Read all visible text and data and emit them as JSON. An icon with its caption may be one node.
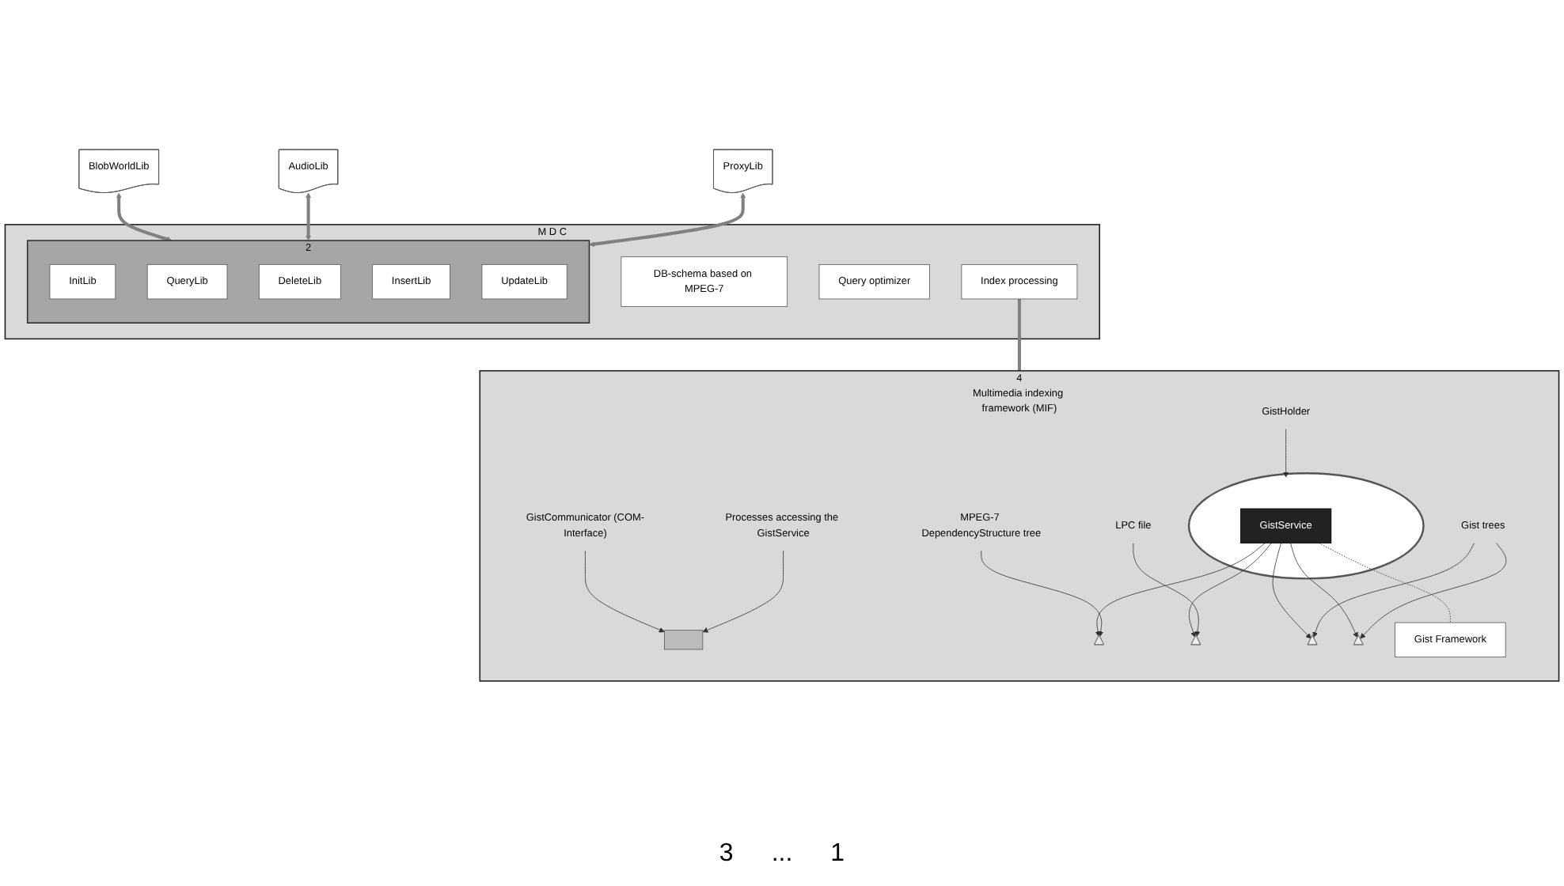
{
  "diagram": {
    "nodes": [
      {
        "text": [
          "M D C"
        ]
      },
      {
        "text": [
          "BlobWorldLib"
        ]
      },
      {
        "text": [
          "AudioLib"
        ]
      },
      {
        "text": [
          "ProxyLib"
        ]
      },
      {
        "text": [
          "2"
        ],
        "in": 0
      },
      {
        "text": [
          "InitLib"
        ],
        "in": 4
      },
      {
        "text": [
          "QueryLib"
        ],
        "in": 4
      },
      {
        "text": [
          "DeleteLib"
        ],
        "in": 4
      },
      {
        "text": [
          "InsertLib"
        ],
        "in": 4
      },
      {
        "text": [
          "UpdateLib"
        ],
        "in": 4
      },
      {
        "text": [
          "DB-schema based on MPEG-7"
        ],
        "in": 0
      },
      {
        "text": [
          "Query optimizer"
        ],
        "in": 0
      },
      {
        "text": [
          "Index processing"
        ],
        "in": 0
      },
      {
        "text": [
          "4",
          "Multimedia indexing framework (MIF)"
        ]
      },
      {
        "text": [
          "GistCommunicator (COM-Interface)"
        ],
        "in": 13
      },
      {
        "text": [],
        "shape": "box",
        "in": 13
      },
      {
        "text": [
          "GistHolder"
        ],
        "in": 13
      },
      {
        "text": [],
        "shape": "circle",
        "in": 13
      },
      {
        "text": [
          "Processes accessing the GistService"
        ],
        "in": 13
      },
      {
        "text": [
          "GistService"
        ],
        "in": 17
      },
      {
        "text": [],
        "shape": "tree",
        "in": 13
      },
      {
        "text": [],
        "shape": "tree",
        "in": 13
      },
      {
        "text": [],
        "shape": "tree",
        "in": 13
      },
      {
        "text": [],
        "shape": "tree",
        "in": 13
      },
      {
        "text": [
          "MPEG-7 DependencyStructure tree"
        ],
        "in": 13
      },
      {
        "text": [
          "LPC file"
        ],
        "in": 13
      },
      {
        "text": [
          "Gist trees"
        ],
        "in": 13
      },
      {
        "text": [
          "Gist Framework"
        ],
        "in": 13
      }
    ],
    "edges": [
      {
        "from": 1,
        "to": 4,
        "arrow": "both",
        "style": "thick",
        "color": "#808080"
      },
      {
        "from": 2,
        "to": 4,
        "arrow": "both",
        "style": "thick",
        "color": "#808080"
      },
      {
        "from": 3,
        "to": 4,
        "arrow": "both",
        "style": "thick",
        "color": "#808080"
      },
      {
        "from": 12,
        "to": 13,
        "arrow": "none",
        "style": "thick",
        "color": "#808080"
      },
      {
        "from": 14,
        "to": 15,
        "arrow": "to"
      },
      {
        "from": 18,
        "to": 15,
        "arrow": "to"
      },
      {
        "from": 16,
        "to": 17,
        "arrow": "to"
      },
      {
        "from": 19,
        "to": 20,
        "arrow": "to"
      },
      {
        "from": 19,
        "to": 21,
        "arrow": "to"
      },
      {
        "from": 19,
        "to": 22,
        "arrow": "to"
      },
      {
        "from": 19,
        "to": 23,
        "arrow": "to"
      },
      {
        "from": 24,
        "to": 20,
        "arrow": "to"
      },
      {
        "from": 25,
        "to": 21,
        "arrow": "to"
      },
      {
        "from": 26,
        "to": 22,
        "arrow": "to"
      },
      {
        "from": 26,
        "to": 23,
        "arrow": "to"
      },
      {
        "from": 19,
        "to": 27,
        "arrow": "none",
        "style": "dashed"
      }
    ],
    "labels": [
      "3",
      "...",
      "1"
    ]
  }
}
